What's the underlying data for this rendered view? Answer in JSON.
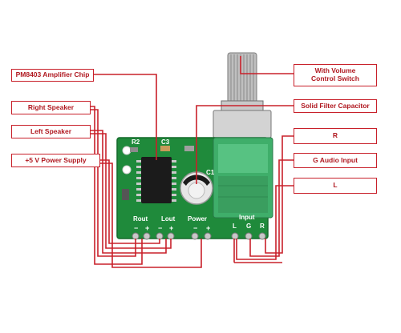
{
  "labels": {
    "amp_chip": "PM8403 Amplifier Chip",
    "right_speaker": "Right Speaker",
    "left_speaker": "Left Speaker",
    "power_supply": "+5 V Power Supply",
    "volume_switch_line1": "With Volume",
    "volume_switch_line2": "Control Switch",
    "filter_cap": "Solid Filter Capacitor",
    "r_channel": "R",
    "g_audio": "G Audio Input",
    "l_channel": "L"
  },
  "board_text": {
    "r2": "R2",
    "c3": "C3",
    "c1": "C1",
    "rout": "Rout",
    "lout": "Lout",
    "power": "Power",
    "input": "Input",
    "minus": "−",
    "plus": "+",
    "l": "L",
    "g": "G",
    "r": "R"
  },
  "colors": {
    "label_border": "#c8202a",
    "label_text": "#b01820",
    "leader_line": "#c8202a",
    "pcb_green": "#1f8a3b"
  }
}
